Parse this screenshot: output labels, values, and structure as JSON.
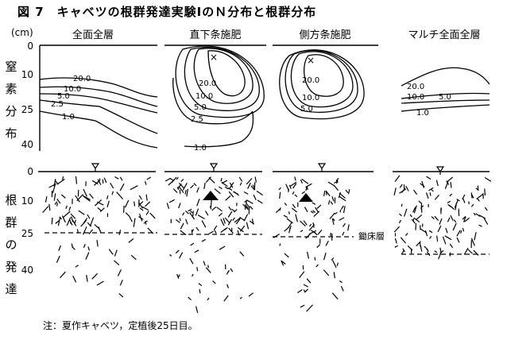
{
  "title": "図 7　キャベツの根群発達実験ⅠのＮ分布と根群分布",
  "unit": "(cm)",
  "columns": [
    "全面全層",
    "直下条施肥",
    "側方条施肥",
    "マルチ全面全層"
  ],
  "nitrate_axis": {
    "label_chars": [
      "窒",
      "素",
      "分",
      "布"
    ],
    "ticks": [
      "0",
      "10",
      "25",
      "40"
    ]
  },
  "root_axis": {
    "label_chars": [
      "根",
      "群",
      "の",
      "発",
      "達"
    ],
    "ticks": [
      "0",
      "10",
      "25",
      "40"
    ]
  },
  "contours": {
    "col1": [
      "20.0",
      "10.0",
      "5.0",
      "2.5",
      "1.0"
    ],
    "col2": [
      "20.0",
      "10.0",
      "5.0",
      "2.5",
      "1.0"
    ],
    "col3": [
      "20.0",
      "10.0",
      "5.0"
    ],
    "col4": [
      "20.0",
      "10.0",
      "5.0",
      "1.0"
    ]
  },
  "annotations": {
    "plow_pan": "鋤床層",
    "note": "注：夏作キャベツ，定植後25日目。"
  }
}
